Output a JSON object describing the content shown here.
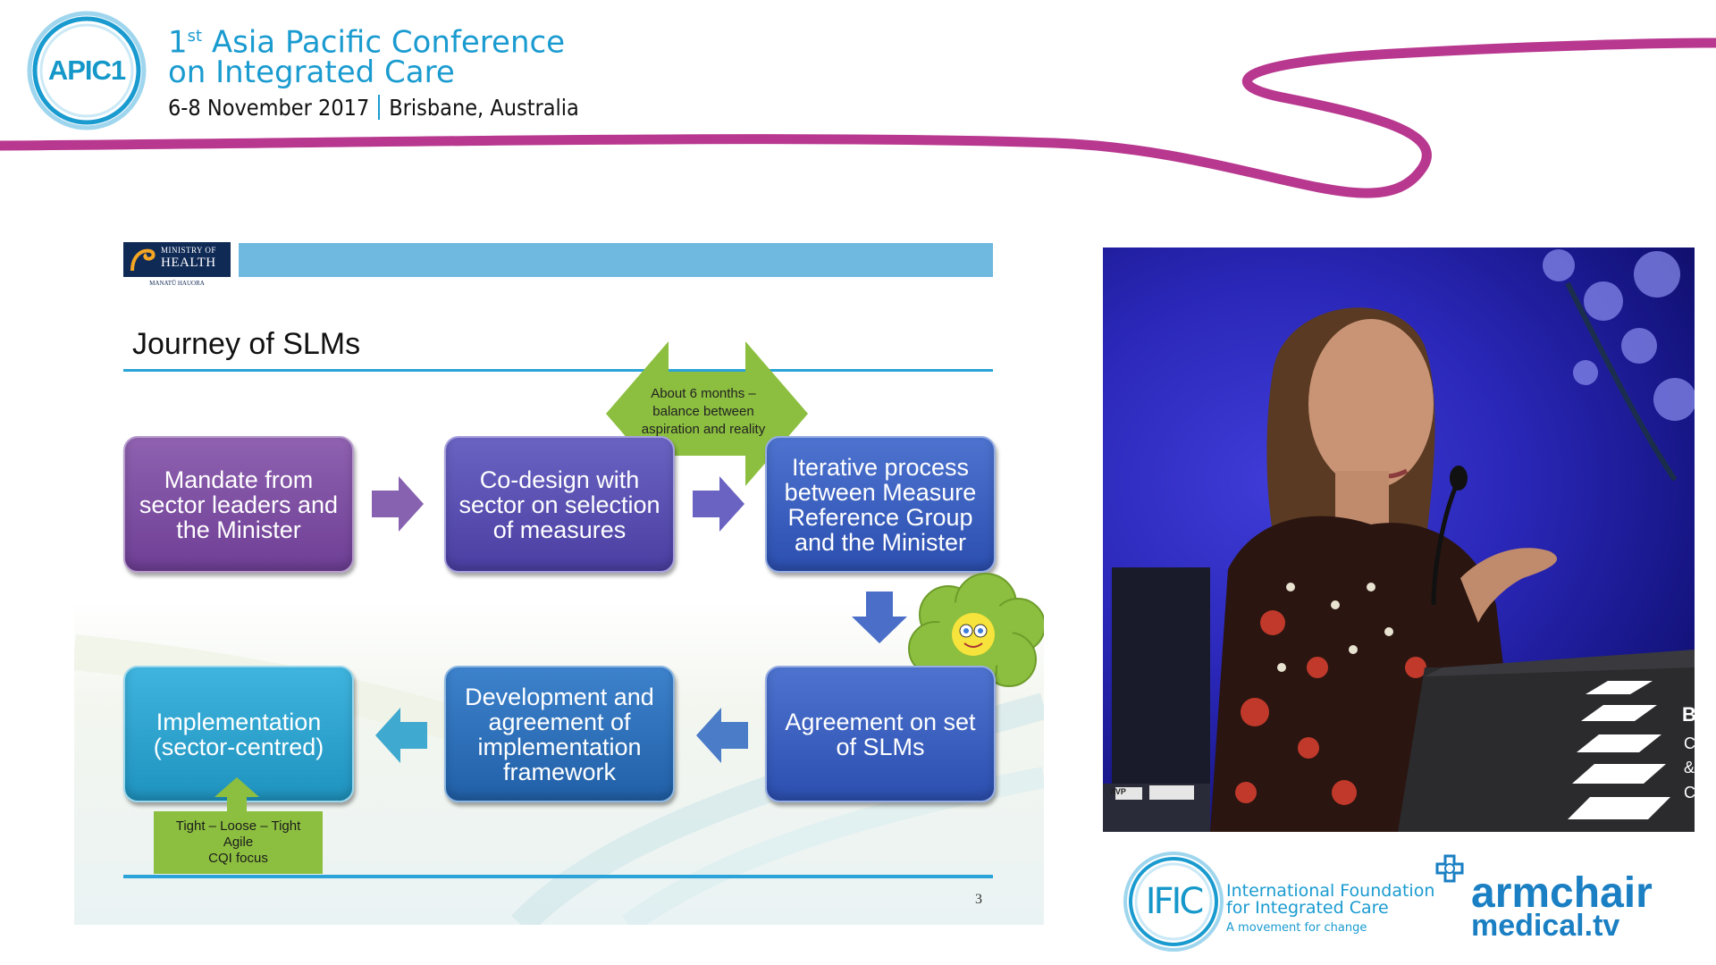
{
  "header": {
    "logo_text": "APIC1",
    "title_ordinal": "1",
    "title_ordinal_suffix": "st",
    "title_line1_rest": " Asia Pacific Conference",
    "title_line2": "on Integrated Care",
    "dates": "6-8 November 2017",
    "location": "Brisbane, Australia",
    "ribbon_color": "#b8378f",
    "accent_color": "#1a9bd0"
  },
  "slide": {
    "logo_top": "MINISTRY OF",
    "logo_main": "HEALTH",
    "logo_sub": "MANATŪ HAUORA",
    "title": "Journey of SLMs",
    "green_note": "About 6 months – balance between aspiration and reality",
    "boxes": {
      "mandate": "Mandate from sector leaders and the Minister",
      "codesign": "Co-design with sector on selection of measures",
      "iterative": "Iterative process between Measure Reference Group and the Minister",
      "agreement": "Agreement on set of SLMs",
      "development": "Development and agreement of implementation framework",
      "implementation": "Implementation (sector-centred)"
    },
    "tlt": {
      "line1": "Tight – Loose – Tight",
      "line2": "Agile",
      "line3": "CQI focus"
    },
    "page_number": "3"
  },
  "video": {
    "icon": "video-feed",
    "podium_letters": [
      "B",
      "C",
      "&",
      "C"
    ],
    "label_tag": "AVP"
  },
  "footer": {
    "ific_mark": "IFIC",
    "ific_line1": "International Foundation",
    "ific_line2": "for Integrated Care",
    "ific_tagline": "A movement for change",
    "amtv_line1": "armchair",
    "amtv_line2": "medical.tv"
  }
}
